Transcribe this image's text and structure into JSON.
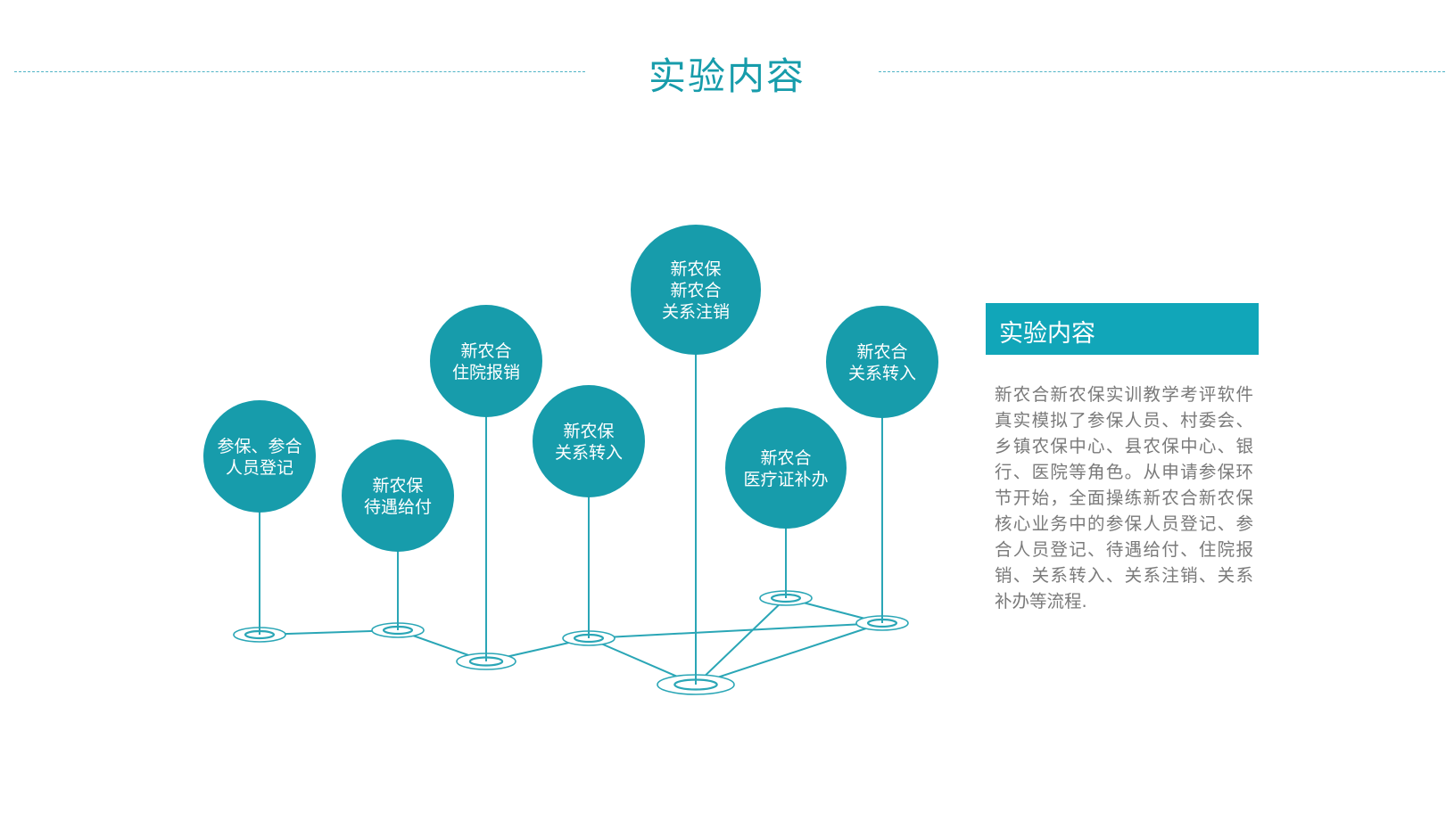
{
  "header": {
    "title": "实验内容"
  },
  "colors": {
    "accent": "#179cab",
    "bubble": "#179cab",
    "line": "#2aa6b6",
    "panel_bg": "#11a6b9",
    "body_text": "#7a7a7a"
  },
  "diagram": {
    "nodes": [
      {
        "lines": [
          "参保、参合",
          "人员登记"
        ]
      },
      {
        "lines": [
          "新农保",
          "待遇给付"
        ]
      },
      {
        "lines": [
          "新农合",
          "住院报销"
        ]
      },
      {
        "lines": [
          "新农保",
          "关系转入"
        ]
      },
      {
        "lines": [
          "新农保",
          "新农合",
          "关系注销"
        ]
      },
      {
        "lines": [
          "新农合",
          "医疗证补办"
        ]
      },
      {
        "lines": [
          "新农合",
          "关系转入"
        ]
      }
    ]
  },
  "panel": {
    "title": "实验内容",
    "body": "新农合新农保实训教学考评软件真实模拟了参保人员、村委会、乡镇农保中心、县农保中心、银行、医院等角色。从申请参保环节开始，全面操练新农合新农保核心业务中的参保人员登记、参合人员登记、待遇给付、住院报销、关系转入、关系注销、关系补办等流程."
  }
}
